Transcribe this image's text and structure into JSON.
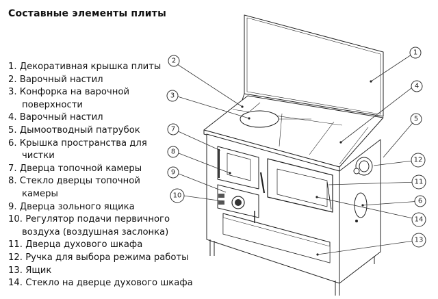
{
  "title": "Составные элементы  плиты",
  "legend": [
    {
      "num": "1.",
      "lines": [
        "Декоративная крышка плиты"
      ]
    },
    {
      "num": "2.",
      "lines": [
        "Варочный настил"
      ]
    },
    {
      "num": "3.",
      "lines": [
        "Конфорка на варочной",
        "поверхности"
      ]
    },
    {
      "num": "4.",
      "lines": [
        "Варочный настил"
      ]
    },
    {
      "num": "5.",
      "lines": [
        "Дымоотводный патрубок"
      ]
    },
    {
      "num": "6.",
      "lines": [
        "Крышка пространства для",
        "чистки"
      ]
    },
    {
      "num": "7.",
      "lines": [
        "Дверца топочной камеры"
      ]
    },
    {
      "num": "8.",
      "lines": [
        "Стекло дверцы топочной",
        "камеры"
      ]
    },
    {
      "num": "9.",
      "lines": [
        "Дверца зольного ящика"
      ]
    },
    {
      "num": "10.",
      "lines": [
        "Регулятор подачи первичного",
        "воздуха (воздушная заслонка)"
      ]
    },
    {
      "num": "11.",
      "lines": [
        "Дверца духового шкафа"
      ]
    },
    {
      "num": "12.",
      "lines": [
        "Ручка для выбора режима работы"
      ]
    },
    {
      "num": "13.",
      "lines": [
        "Ящик"
      ]
    },
    {
      "num": "14.",
      "lines": [
        "Стекло на дверце духового шкафа"
      ]
    }
  ],
  "callouts": [
    "1",
    "2",
    "3",
    "4",
    "5",
    "6",
    "7",
    "8",
    "9",
    "10",
    "11",
    "12",
    "13",
    "14"
  ]
}
